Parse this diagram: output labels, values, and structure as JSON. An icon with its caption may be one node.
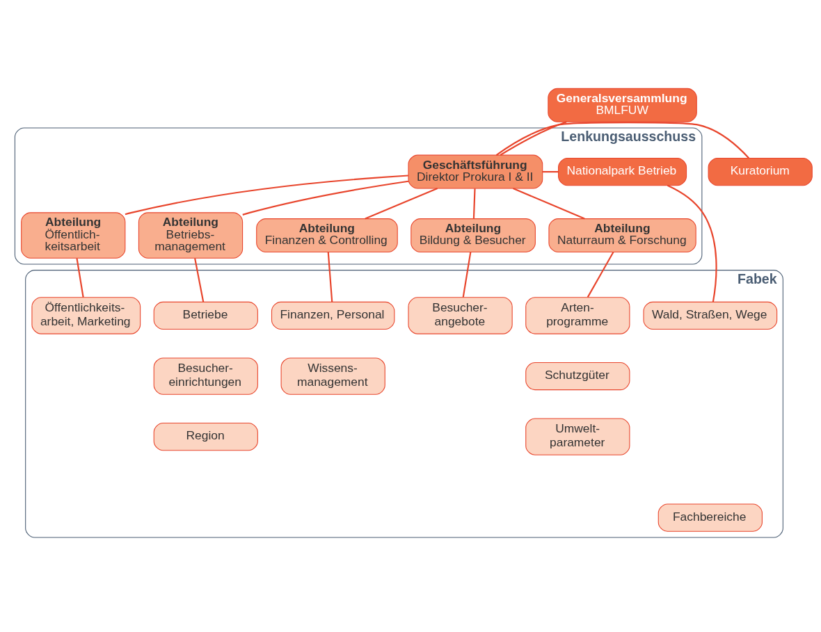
{
  "diagram": {
    "nodes": [
      {
        "text": [
          "Generalsversammlung",
          "BMLFUW"
        ]
      },
      {
        "text": [
          "Lenkungsausschuss"
        ]
      },
      {
        "text": [
          "Nationalpark Betrieb"
        ],
        "in": 1
      },
      {
        "text": [
          "Geschäftsführung",
          "Direktor Prokura I & II"
        ],
        "in": 1
      },
      {
        "text": [
          "Kuratorium"
        ]
      },
      {
        "text": [
          "Abteilung",
          "Naturraum & Forschung"
        ],
        "in": 1
      },
      {
        "text": [
          "Abteilung",
          "Bildung & Besucher"
        ],
        "in": 1
      },
      {
        "text": [
          "Abteilung",
          "Öffentlich- keitsarbeit"
        ],
        "in": 1
      },
      {
        "text": [
          "Abteilung",
          "Betriebs- management"
        ],
        "in": 1
      },
      {
        "text": [
          "Abteilung",
          "Finanzen & Controlling"
        ],
        "in": 1
      },
      {
        "text": [
          "Fabek"
        ]
      },
      {
        "text": [
          "Wald, Straßen, Wege"
        ],
        "in": 10
      },
      {
        "text": [
          "Arten- programme"
        ],
        "in": 10
      },
      {
        "text": [
          "Schutzgüter"
        ],
        "in": 10
      },
      {
        "text": [
          "Umwelt- parameter"
        ],
        "in": 10
      },
      {
        "text": [
          "Besucher- angebote"
        ],
        "in": 10
      },
      {
        "text": [
          "Öffentlichkeits- arbeit, Marketing"
        ],
        "in": 10
      },
      {
        "text": [
          "Betriebe"
        ],
        "in": 10
      },
      {
        "text": [
          "Besucher- einrichtungen"
        ],
        "in": 10
      },
      {
        "text": [
          "Region"
        ],
        "in": 10
      },
      {
        "text": [
          "Finanzen, Personal"
        ],
        "in": 10
      },
      {
        "text": [
          "Wissens- management"
        ],
        "in": 10
      },
      {
        "text": [
          "Fachbereiche"
        ],
        "in": 10
      }
    ],
    "edges": [
      {
        "from": 0,
        "to": 3,
        "arrow": "none"
      },
      {
        "from": 2,
        "to": 3,
        "arrow": "none"
      },
      {
        "from": 3,
        "to": 4,
        "arrow": "none"
      },
      {
        "from": 3,
        "to": 5,
        "arrow": "none"
      },
      {
        "from": 3,
        "to": 6,
        "arrow": "none"
      },
      {
        "from": 3,
        "to": 7,
        "arrow": "none"
      },
      {
        "from": 3,
        "to": 8,
        "arrow": "none"
      },
      {
        "from": 3,
        "to": 9,
        "arrow": "none"
      },
      {
        "from": 2,
        "to": 11,
        "arrow": "none"
      },
      {
        "from": 5,
        "to": 12,
        "arrow": "none"
      },
      {
        "from": 6,
        "to": 15,
        "arrow": "none"
      },
      {
        "from": 7,
        "to": 16,
        "arrow": "none"
      },
      {
        "from": 8,
        "to": 17,
        "arrow": "none"
      },
      {
        "from": 9,
        "to": 20,
        "arrow": "none"
      }
    ]
  }
}
